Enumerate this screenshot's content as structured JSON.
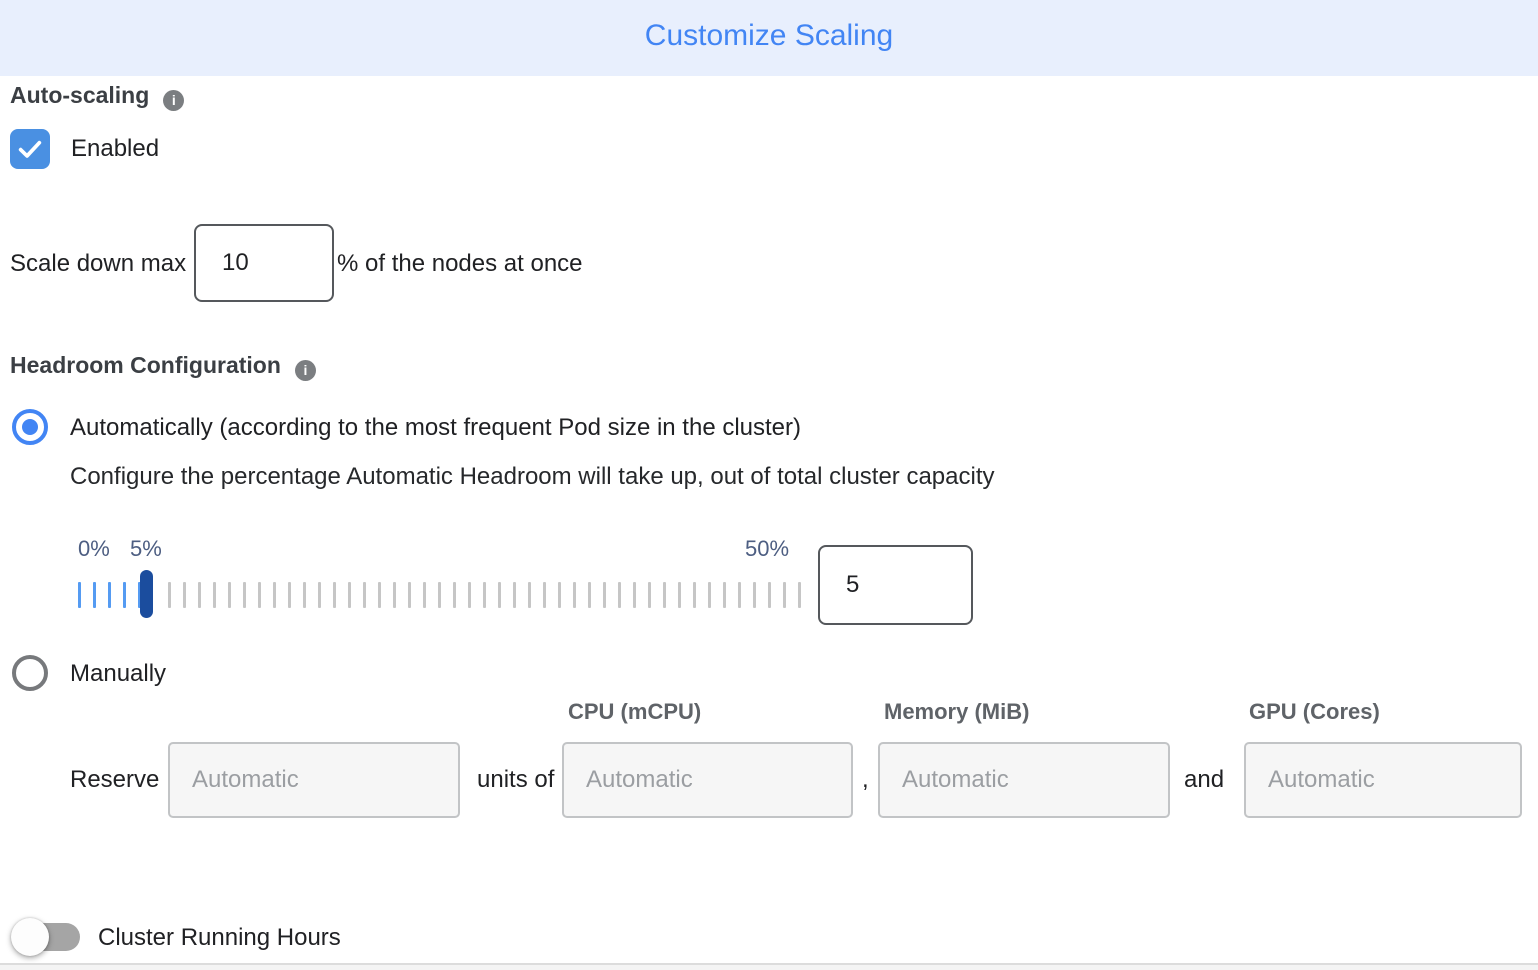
{
  "dialog_title": "Customize Scaling",
  "auto_scaling": {
    "section_label": "Auto-scaling",
    "enabled_checkbox_label": "Enabled",
    "enabled": true,
    "scale_down_prefix": "Scale down max",
    "scale_down_value": "10",
    "scale_down_suffix": "% of the nodes at once"
  },
  "headroom": {
    "section_label": "Headroom Configuration",
    "automatic_option_label": "Automatically (according to the most frequent Pod size in the cluster)",
    "automatic_selected": true,
    "automatic_description": "Configure the percentage Automatic Headroom will take up, out of total cluster capacity",
    "slider": {
      "min_label": "0%",
      "current_label": "5%",
      "max_label": "50%",
      "value": "5",
      "tick_count": 49,
      "blue_tick_count": 6,
      "handle_index": 5,
      "tick_spacing_px": 15
    },
    "manual_option_label": "Manually",
    "manual_selected": false,
    "reserve_label": "Reserve",
    "units_of_label": "units of",
    "separator_comma": ",",
    "separator_and": "and",
    "reserve_count_placeholder": "Automatic",
    "columns": [
      {
        "label": "CPU (mCPU)",
        "placeholder": "Automatic"
      },
      {
        "label": "Memory (MiB)",
        "placeholder": "Automatic"
      },
      {
        "label": "GPU (Cores)",
        "placeholder": "Automatic"
      }
    ]
  },
  "cluster_running_hours": {
    "label": "Cluster Running Hours",
    "enabled": false
  },
  "colors": {
    "accent_blue": "#4285f4",
    "header_bg": "#e8effd",
    "handle_blue": "#1b4d9e",
    "tick_blue": "#559bf2",
    "tick_gray": "#c6c6c6",
    "checkbox_blue": "#4a90e2"
  }
}
